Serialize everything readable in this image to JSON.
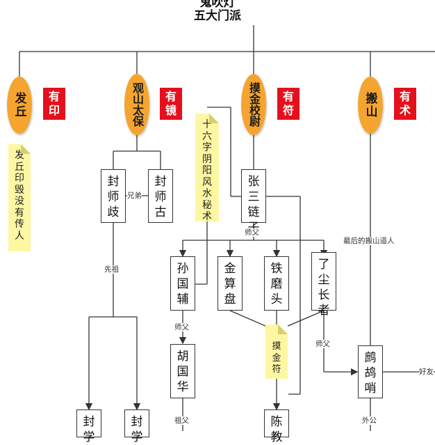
{
  "title": {
    "line1": "鬼吹灯",
    "line2": "五大门派"
  },
  "factions": [
    {
      "name": "发丘",
      "badge": "有印"
    },
    {
      "name": "观山太保",
      "badge": "有镜"
    },
    {
      "name": "摸金校尉",
      "badge": "有符"
    },
    {
      "name": "搬山",
      "badge": "有术"
    }
  ],
  "people": {
    "feng_shiqi": "封师歧",
    "feng_shigu": "封师古",
    "zhang_sanlianzi": "张三链子",
    "sun_guofu": "孙国辅",
    "jin_suanpan": "金算盘",
    "tie_motou": "铁磨头",
    "liaochen": "了尘长者",
    "hu_guohua": "胡国华",
    "zhegu_shao": "鹧鸪哨",
    "feng_xue_1": "封学",
    "feng_xue_2": "封学",
    "chen_jiao": "陈教"
  },
  "notes": {
    "faqiu_note": "发丘印毁没有传人",
    "secret_book": "十六字阴阳风水秘术",
    "mojin_fu": "摸金符"
  },
  "relations": {
    "brothers": "兄弟",
    "master1": "师父",
    "ancestor": "先祖",
    "master2": "师父",
    "master3": "师父",
    "last_banshan": "最后的搬山道人",
    "grandfather": "祖父",
    "grandfather_maternal": "外公",
    "friend": "好友"
  },
  "colors": {
    "oval": "#f5a52f",
    "badge": "#e5101c",
    "note": "#fdf7a3",
    "line": "#333333"
  }
}
